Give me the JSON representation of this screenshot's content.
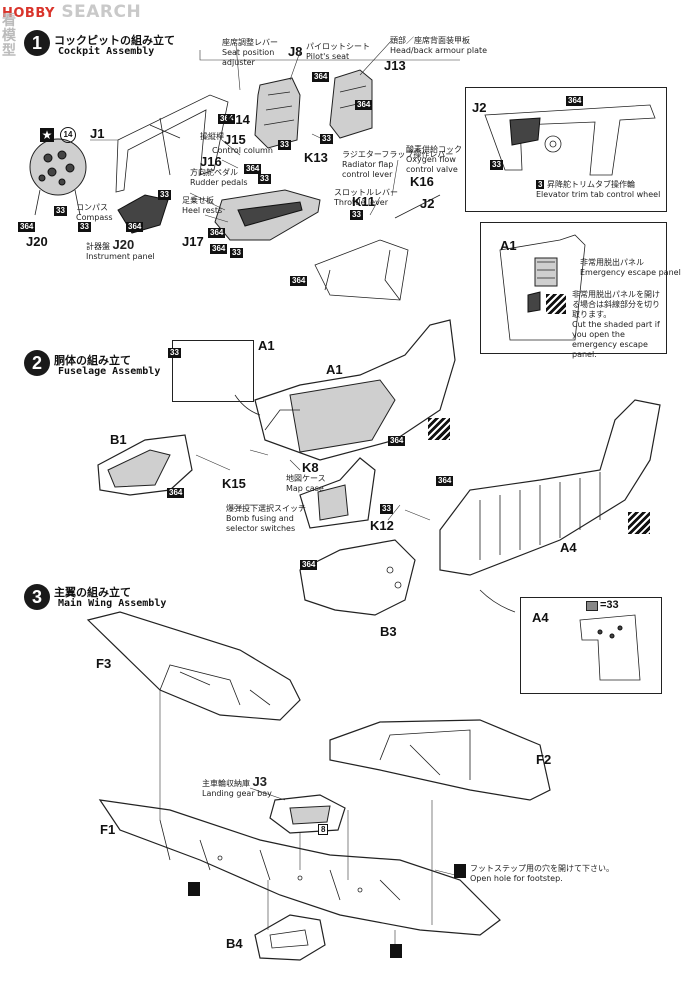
{
  "watermark": {
    "prefix": "HOBBY",
    "text": "SEARCH",
    "side": "看模型"
  },
  "step1": {
    "number": "1",
    "title_jp": "コックピットの組み立て",
    "title_en": "Cockpit Assembly",
    "seat_adjuster_jp": "座席調整レバー",
    "seat_adjuster_en": "Seat position adjuster",
    "pilot_seat_jp": "パイロットシート",
    "pilot_seat_en": "Pilot's seat",
    "head_armour_jp": "頭部／座席背面装甲板",
    "head_armour_en": "Head/back armour plate",
    "control_column_jp": "操縦桿",
    "control_column_en": "Control column",
    "rudder_pedals_jp": "方向舵ペダル",
    "rudder_pedals_en": "Rudder pedals",
    "heel_rests_jp": "足乗せ板",
    "heel_rests_en": "Heel rests",
    "radiator_jp": "ラジエターフラップ操作レバー",
    "radiator_en": "Radiator flap control lever",
    "throttle_jp": "スロットルレバー",
    "throttle_en": "Throttle lever",
    "oxygen_jp": "酸素供給コック",
    "oxygen_en": "Oxygen flow control valve",
    "compass_jp": "コンパス",
    "compass_en": "Compass",
    "instrument_jp": "計器盤",
    "instrument_en": "Instrument panel",
    "elevator_jp": "昇降舵トリムタブ操作輪",
    "elevator_en": "Elevator trim tab control wheel",
    "escape_jp": "非常用脱出パネル",
    "escape_en": "Emergency escape panel",
    "cut_jp": "非常用脱出パネルを開ける場合は斜線部分を切り取ります。",
    "cut_en": "Cut the shaded part if you open the emergency escape panel.",
    "star_number": "14",
    "parts": {
      "J1": "J1",
      "J2": "J2",
      "J8": "J8",
      "J13": "J13",
      "J15": "J15",
      "J16": "J16",
      "J17": "J17",
      "J20": "J20",
      "K11": "K11",
      "K13": "K13",
      "K14": "K14",
      "K16": "K16",
      "A1": "A1",
      "J20b": "J20",
      "J2b": "J2"
    }
  },
  "step2": {
    "number": "2",
    "title_jp": "胴体の組み立て",
    "title_en": "Fuselage Assembly",
    "map_case_jp": "地図ケース",
    "map_case_en": "Map case",
    "bomb_jp": "爆弾投下選択スイッチ",
    "bomb_en": "Bomb fusing and selector switches",
    "parts": {
      "A1": "A1",
      "A1b": "A1",
      "B1": "B1",
      "K8": "K8",
      "K15": "K15",
      "K12": "K12",
      "A4": "A4",
      "A4b": "A4",
      "B3": "B3"
    }
  },
  "step3": {
    "number": "3",
    "title_jp": "主翼の組み立て",
    "title_en": "Main Wing Assembly",
    "landing_gear_jp": "主車輪収納庫",
    "landing_gear_en": "Landing gear bay",
    "footstep_jp": "フットステップ用の穴を開けて下さい。",
    "footstep_en": "Open hole for footstep.",
    "parts": {
      "F3": "F3",
      "F2": "F2",
      "F1": "F1",
      "J3": "J3",
      "B4": "B4"
    }
  },
  "colors": {
    "c364": "364",
    "c33": "33",
    "c3": "3",
    "c8": "8",
    "eq33": "=33"
  }
}
